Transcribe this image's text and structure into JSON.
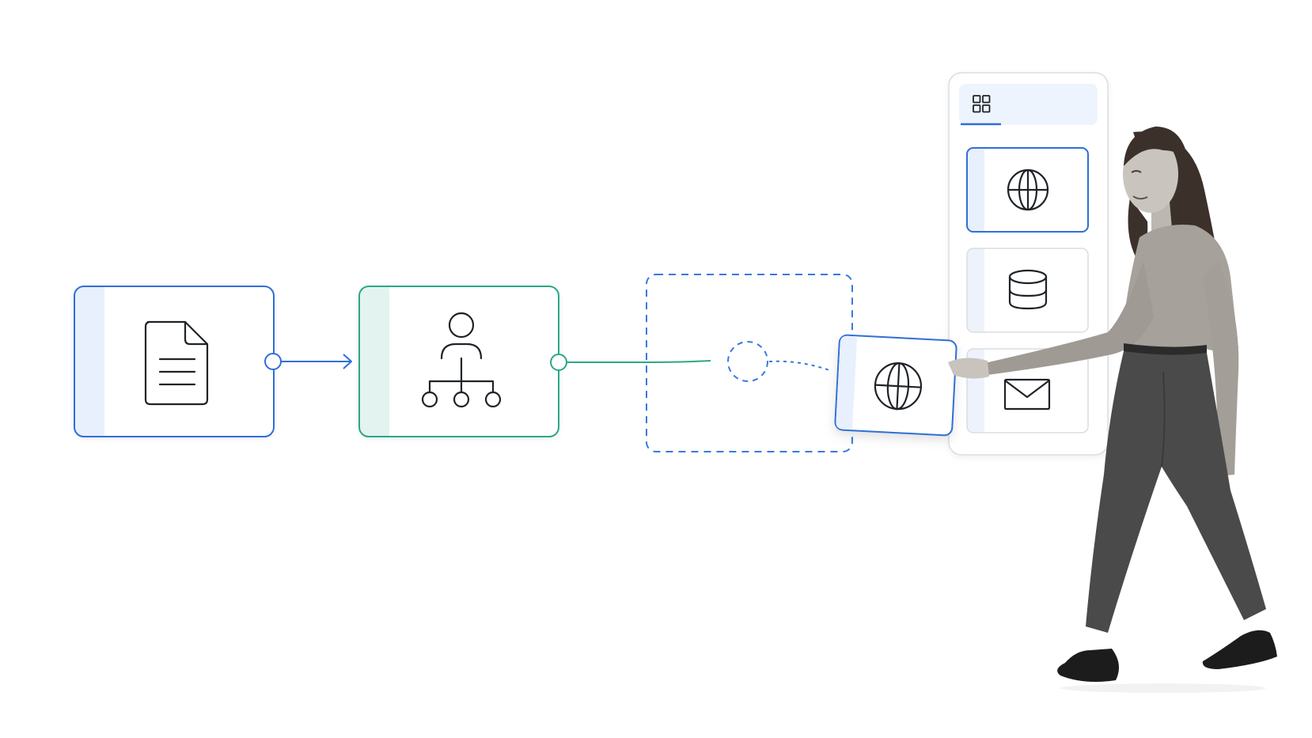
{
  "colors": {
    "blue": "#2f6fd6",
    "blue_dashed": "#3a78e0",
    "blue_fill": "#e8f0fd",
    "teal": "#2aa886",
    "teal_fill": "#e3f3ef",
    "panel_border": "#d9dde3",
    "panel_header": "#eef4fd",
    "icon_stroke": "#1f2328"
  },
  "nodes": [
    {
      "id": "document",
      "icon": "document-icon",
      "accent": "blue"
    },
    {
      "id": "hierarchy",
      "icon": "org-chart-icon",
      "accent": "teal"
    },
    {
      "id": "drop-zone",
      "icon": "empty-connector",
      "accent": "blue-dashed"
    },
    {
      "id": "dragged-card",
      "icon": "globe-icon",
      "accent": "blue"
    }
  ],
  "palette": {
    "header_icon": "grid-icon",
    "items": [
      {
        "icon": "globe-icon",
        "selected": true
      },
      {
        "icon": "database-icon",
        "selected": false
      },
      {
        "icon": "mail-icon",
        "selected": false
      }
    ]
  },
  "person": {
    "description_icon": "walking-person-figure"
  }
}
